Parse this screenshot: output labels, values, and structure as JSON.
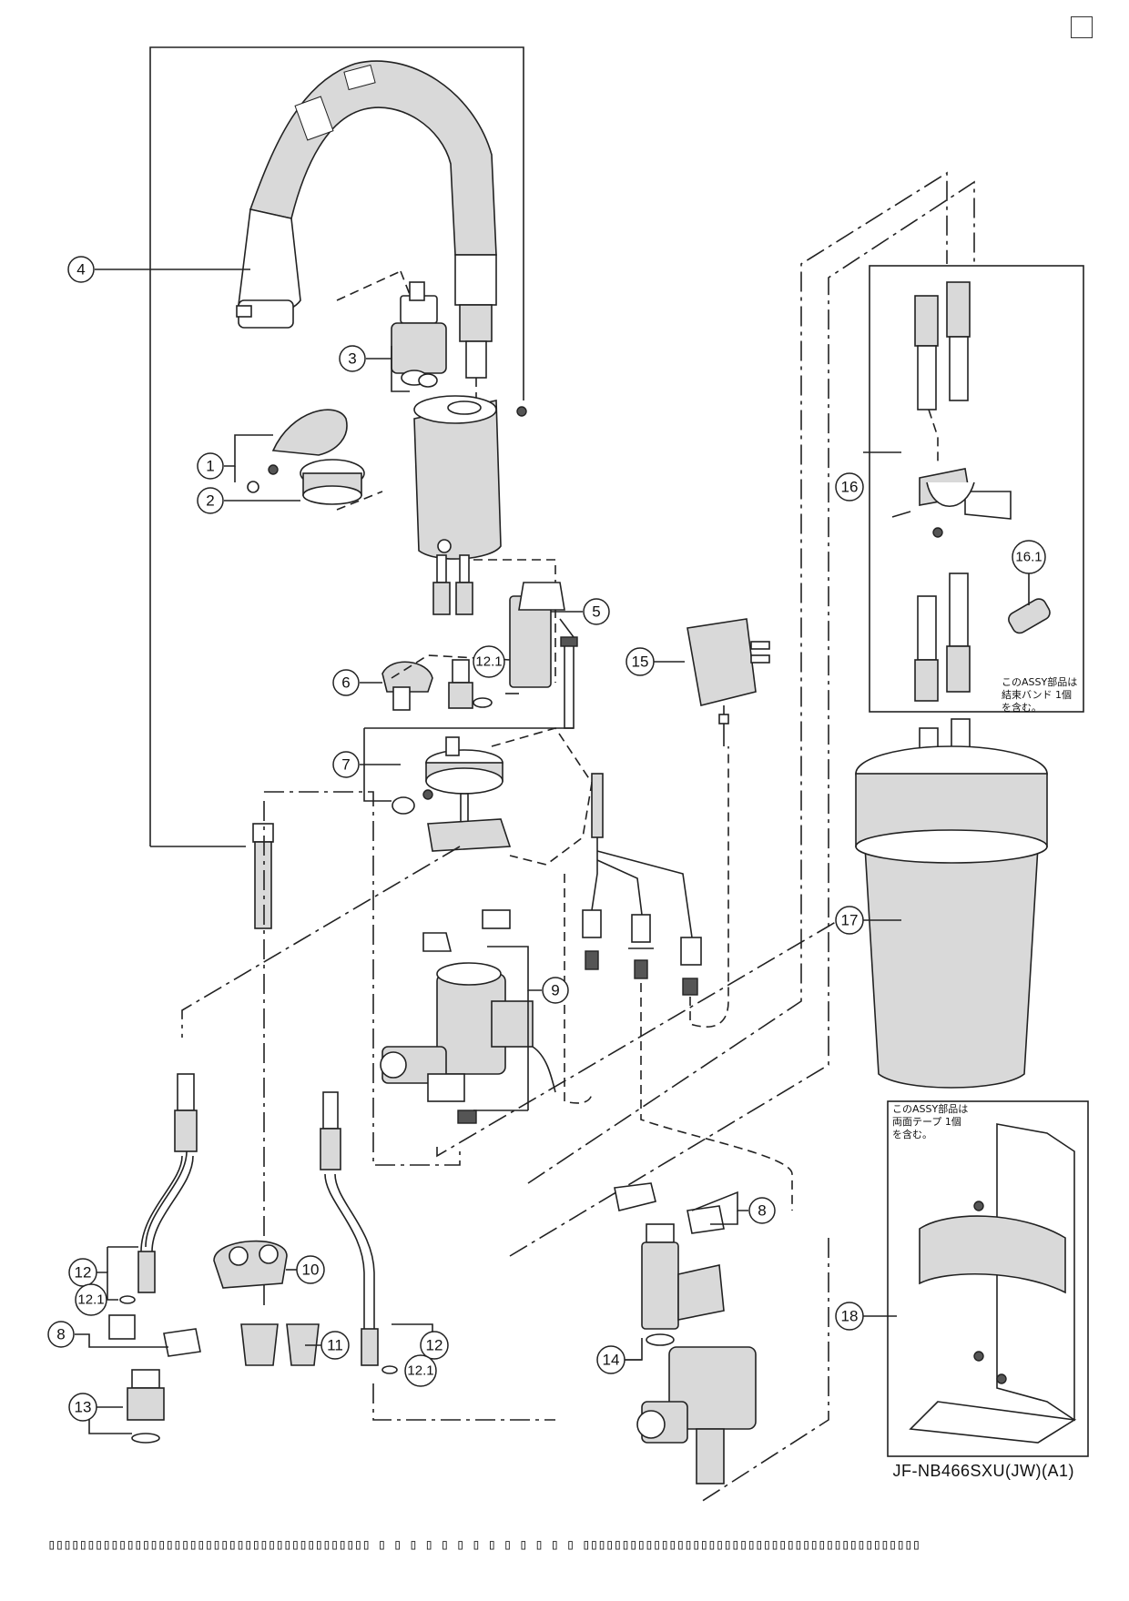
{
  "model_code": "JF-NB466SXU(JW)(A1)",
  "callouts": [
    {
      "id": "c1",
      "label": "1"
    },
    {
      "id": "c2",
      "label": "2"
    },
    {
      "id": "c3",
      "label": "3"
    },
    {
      "id": "c4",
      "label": "4"
    },
    {
      "id": "c5",
      "label": "5"
    },
    {
      "id": "c6",
      "label": "6"
    },
    {
      "id": "c7",
      "label": "7"
    },
    {
      "id": "c8a",
      "label": "8"
    },
    {
      "id": "c8b",
      "label": "8"
    },
    {
      "id": "c9",
      "label": "9"
    },
    {
      "id": "c10",
      "label": "10"
    },
    {
      "id": "c11",
      "label": "11"
    },
    {
      "id": "c12a",
      "label": "12"
    },
    {
      "id": "c12b",
      "label": "12"
    },
    {
      "id": "c121a",
      "label": "12.1"
    },
    {
      "id": "c121b",
      "label": "12.1"
    },
    {
      "id": "c121c",
      "label": "12.1"
    },
    {
      "id": "c13",
      "label": "13"
    },
    {
      "id": "c14",
      "label": "14"
    },
    {
      "id": "c15",
      "label": "15"
    },
    {
      "id": "c16",
      "label": "16"
    },
    {
      "id": "c161",
      "label": "16.1"
    },
    {
      "id": "c17",
      "label": "17"
    },
    {
      "id": "c18",
      "label": "18"
    }
  ],
  "notes": {
    "assy16": [
      "このASSY部品は",
      "結束バンド 1個",
      "を含む。"
    ],
    "assy18": [
      "このASSY部品は",
      "両面テープ 1個",
      "を含む。"
    ]
  },
  "footer": {
    "strip": "▯▯▯▯▯▯▯▯▯▯▯▯▯▯▯▯▯▯▯▯▯▯▯▯▯▯▯▯▯▯▯▯▯▯▯▯▯▯▯▯▯ ▯ ▯ ▯ ▯ ▯ ▯ ▯ ▯ ▯ ▯ ▯ ▯ ▯ ▯▯▯▯▯▯▯▯▯▯▯▯▯▯▯▯▯▯▯▯▯▯▯▯▯▯▯▯▯▯▯▯▯▯▯▯▯▯▯▯▯▯▯"
  }
}
